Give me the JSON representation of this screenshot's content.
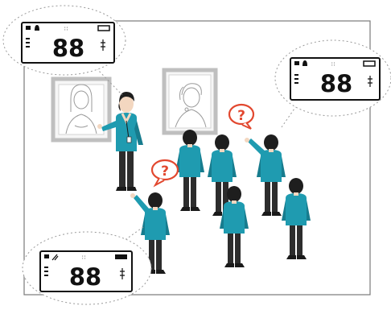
{
  "devices": [
    {
      "id": "top-left",
      "reading": "88"
    },
    {
      "id": "right",
      "reading": "88"
    },
    {
      "id": "bottom-left",
      "reading": "88"
    }
  ],
  "question_bubbles": [
    {
      "id": "upper",
      "symbol": "?"
    },
    {
      "id": "lower",
      "symbol": "?"
    }
  ],
  "colors": {
    "shirt": "#1f9bb0",
    "shirt_dark": "#177c8e",
    "pants": "#2d2d2d",
    "hair": "#1e1e1e",
    "skin": "#f3d7c0",
    "bubble_red": "#e2482f",
    "frame": "#bfbfbf",
    "dotted": "#9a9a9a"
  },
  "icons": [
    "lock-icon",
    "bell-icon",
    "signal-icon",
    "battery-icon",
    "bars-icon",
    "mic-icon"
  ]
}
